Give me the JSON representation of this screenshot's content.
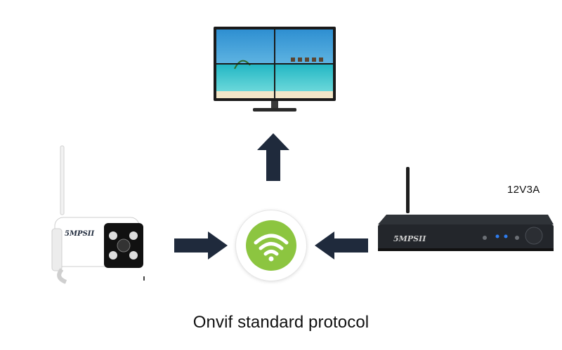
{
  "diagram": {
    "caption": "Onvif standard protocol",
    "nvr": {
      "power_spec": "12V3A",
      "brand": "5MPSII"
    },
    "camera": {
      "brand": "5MPSII"
    },
    "colors": {
      "arrow": "#1f2a3c",
      "wifi_green": "#8cc540",
      "screen_sky": "#49b4de",
      "screen_sea": "#2ec4c4",
      "device_dark": "#2a2d33"
    },
    "icons": {
      "display": "monitor-icon",
      "network": "wifi-icon",
      "camera": "ip-camera-icon",
      "recorder": "nvr-icon"
    }
  }
}
